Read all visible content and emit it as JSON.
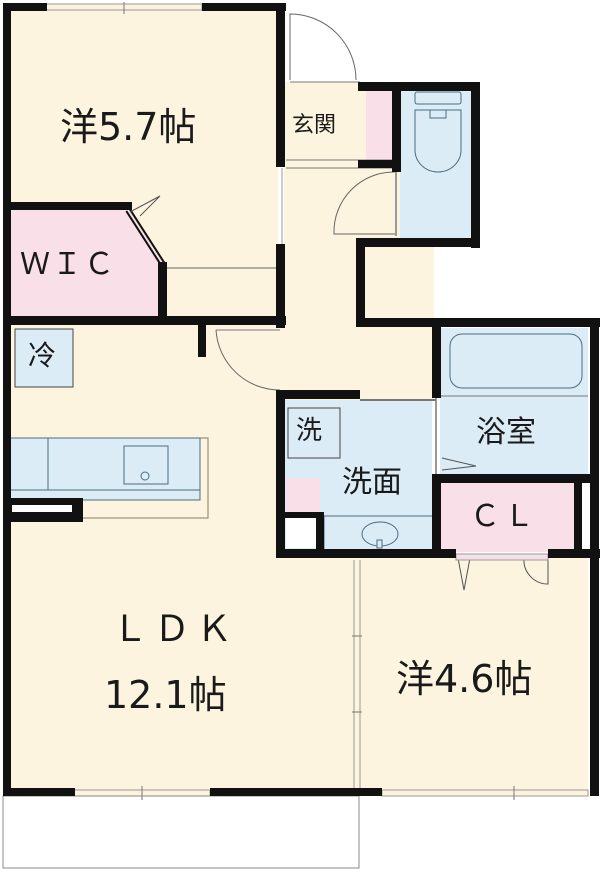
{
  "floor_plan": {
    "rooms": [
      {
        "id": "western-room-1",
        "label": "洋5.7帖",
        "type": "Western-style room",
        "size_jo": 5.7
      },
      {
        "id": "wic",
        "label": "ＷＩＣ",
        "type": "Walk-in closet"
      },
      {
        "id": "entrance",
        "label": "玄関",
        "type": "Entrance"
      },
      {
        "id": "toilet",
        "label": "",
        "type": "Toilet"
      },
      {
        "id": "ldk",
        "label": "ＬＤＫ",
        "size_label": "12.1帖",
        "type": "Living Dining Kitchen",
        "size_jo": 12.1
      },
      {
        "id": "washroom",
        "label": "洗面",
        "type": "Washroom"
      },
      {
        "id": "bathroom",
        "label": "浴室",
        "type": "Bathroom"
      },
      {
        "id": "closet",
        "label": "ＣＬ",
        "type": "Closet"
      },
      {
        "id": "western-room-2",
        "label": "洋4.6帖",
        "type": "Western-style room",
        "size_jo": 4.6
      }
    ],
    "fixtures": {
      "fridge": "冷",
      "washing_machine": "洗"
    },
    "colors": {
      "room_fill": "#fdf4df",
      "wet_area_fill": "#dcecf7",
      "storage_fill": "#f9dfe8",
      "wall": "#111111",
      "balcony_outline": "#888888"
    }
  }
}
